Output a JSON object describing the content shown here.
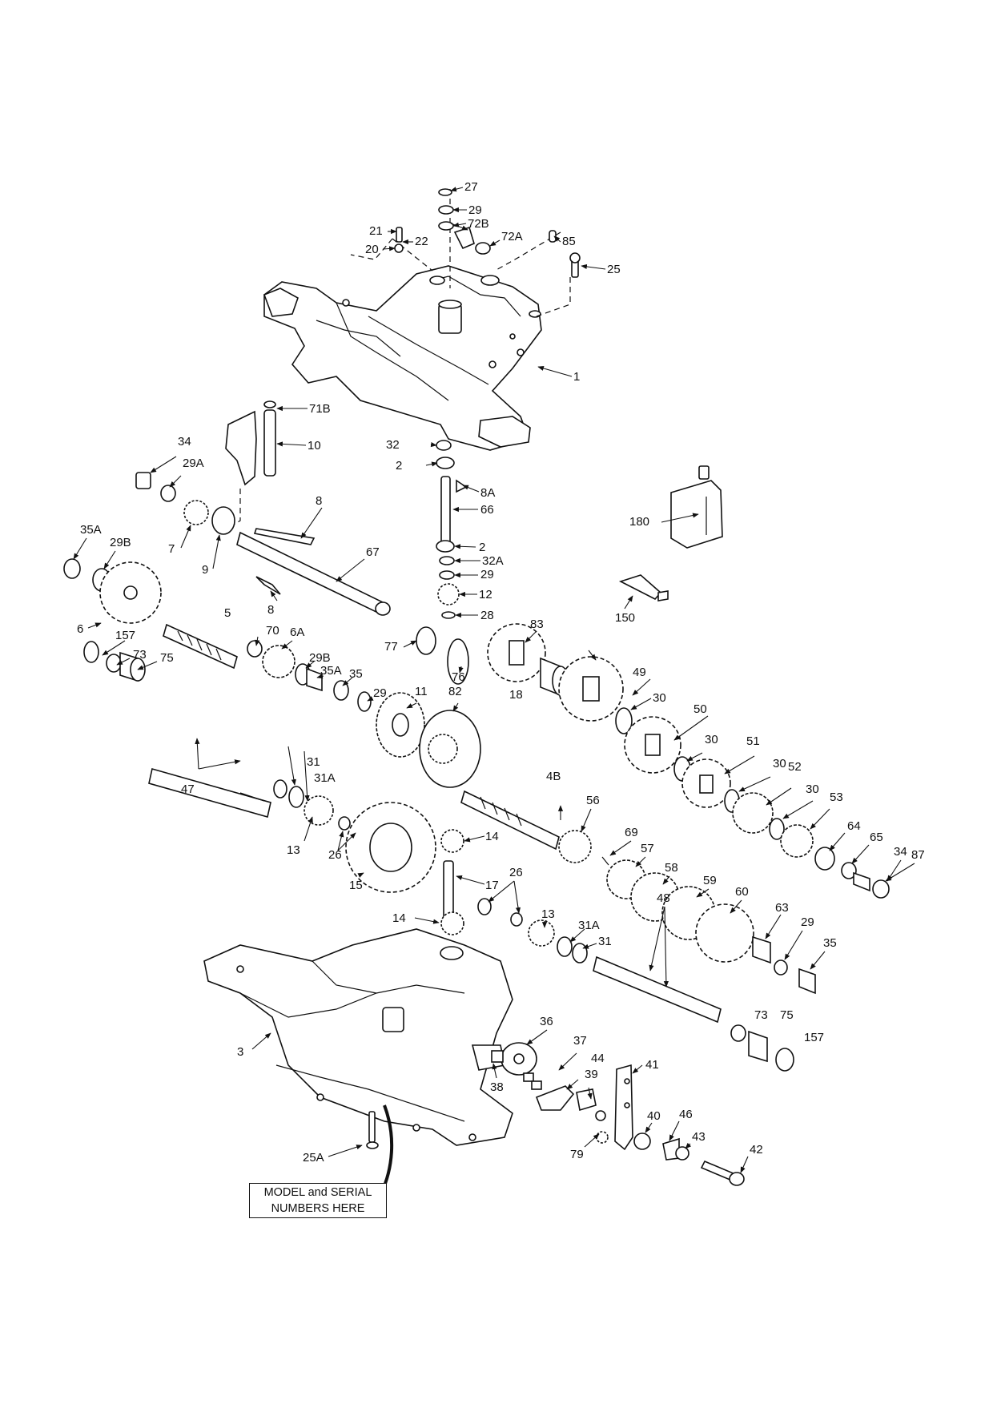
{
  "callouts": {
    "p1": "1",
    "p2a": "2",
    "p2b": "2",
    "p3": "3",
    "p4b": "4B",
    "p5": "5",
    "p6": "6",
    "p6a": "6A",
    "p7": "7",
    "p8a": "8",
    "p8b": "8",
    "p8A": "8A",
    "p9": "9",
    "p10": "10",
    "p11": "11",
    "p12": "12",
    "p13a": "13",
    "p13b": "13",
    "p14a": "14",
    "p14b": "14",
    "p15": "15",
    "p17": "17",
    "p18": "18",
    "p20": "20",
    "p21": "21",
    "p22": "22",
    "p25": "25",
    "p25a": "25A",
    "p26a": "26",
    "p26b": "26",
    "p27": "27",
    "p28": "28",
    "p29a": "29",
    "p29b": "29",
    "p29c": "29",
    "p29d": "29",
    "p29A": "29A",
    "p29B1": "29B",
    "p29B2": "29B",
    "p30a": "30",
    "p30b": "30",
    "p30c": "30",
    "p30d": "30",
    "p31a": "31",
    "p31b": "31",
    "p31A1": "31A",
    "p31A2": "31A",
    "p32": "32",
    "p32a": "32A",
    "p34a": "34",
    "p34b": "34",
    "p35a": "35",
    "p35b": "35",
    "p35A1": "35A",
    "p35A2": "35A",
    "p36": "36",
    "p37": "37",
    "p38": "38",
    "p39": "39",
    "p40": "40",
    "p41": "41",
    "p42": "42",
    "p43": "43",
    "p44": "44",
    "p46": "46",
    "p47": "47",
    "p48": "48",
    "p49": "49",
    "p50": "50",
    "p51": "51",
    "p52": "52",
    "p53": "53",
    "p56": "56",
    "p57": "57",
    "p58": "58",
    "p59": "59",
    "p60": "60",
    "p63": "63",
    "p64": "64",
    "p65": "65",
    "p66": "66",
    "p67": "67",
    "p69": "69",
    "p70": "70",
    "p71b": "71B",
    "p72a": "72A",
    "p72b": "72B",
    "p73a": "73",
    "p73b": "73",
    "p75a": "75",
    "p75b": "75",
    "p76": "76",
    "p77": "77",
    "p79": "79",
    "p82": "82",
    "p83": "83",
    "p85": "85",
    "p87": "87",
    "p150": "150",
    "p157a": "157",
    "p157b": "157",
    "p180": "180"
  },
  "model_note": {
    "line1": "MODEL and SERIAL",
    "line2": "NUMBERS HERE"
  }
}
